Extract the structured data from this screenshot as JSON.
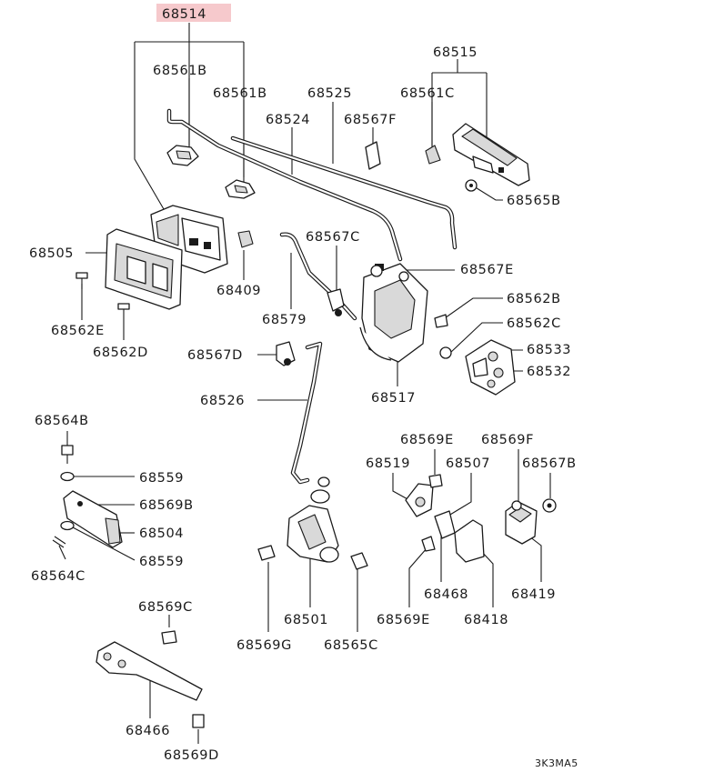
{
  "title_part": "68514",
  "drawing_code": "3K3MA5",
  "highlight_color": "#f6c9cc",
  "labels": [
    {
      "id": "68561B_a",
      "text": "68561B"
    },
    {
      "id": "68561B_b",
      "text": "68561B"
    },
    {
      "id": "68525",
      "text": "68525"
    },
    {
      "id": "68524",
      "text": "68524"
    },
    {
      "id": "68567F",
      "text": "68567F"
    },
    {
      "id": "68515",
      "text": "68515"
    },
    {
      "id": "68561C",
      "text": "68561C"
    },
    {
      "id": "68565B",
      "text": "68565B"
    },
    {
      "id": "68505",
      "text": "68505"
    },
    {
      "id": "68409",
      "text": "68409"
    },
    {
      "id": "68567C",
      "text": "68567C"
    },
    {
      "id": "68567E",
      "text": "68567E"
    },
    {
      "id": "68562E",
      "text": "68562E"
    },
    {
      "id": "68562D",
      "text": "68562D"
    },
    {
      "id": "68579",
      "text": "68579"
    },
    {
      "id": "68562B",
      "text": "68562B"
    },
    {
      "id": "68562C",
      "text": "68562C"
    },
    {
      "id": "68533",
      "text": "68533"
    },
    {
      "id": "68532",
      "text": "68532"
    },
    {
      "id": "68567D",
      "text": "68567D"
    },
    {
      "id": "68517",
      "text": "68517"
    },
    {
      "id": "68526",
      "text": "68526"
    },
    {
      "id": "68564B",
      "text": "68564B"
    },
    {
      "id": "68559_a",
      "text": "68559"
    },
    {
      "id": "68569B",
      "text": "68569B"
    },
    {
      "id": "68504",
      "text": "68504"
    },
    {
      "id": "68559_b",
      "text": "68559"
    },
    {
      "id": "68564C",
      "text": "68564C"
    },
    {
      "id": "68569E_a",
      "text": "68569E"
    },
    {
      "id": "68569F",
      "text": "68569F"
    },
    {
      "id": "68519",
      "text": "68519"
    },
    {
      "id": "68507",
      "text": "68507"
    },
    {
      "id": "68567B",
      "text": "68567B"
    },
    {
      "id": "68468",
      "text": "68468"
    },
    {
      "id": "68419",
      "text": "68419"
    },
    {
      "id": "68569E_b",
      "text": "68569E"
    },
    {
      "id": "68418",
      "text": "68418"
    },
    {
      "id": "68501",
      "text": "68501"
    },
    {
      "id": "68569G",
      "text": "68569G"
    },
    {
      "id": "68565C",
      "text": "68565C"
    },
    {
      "id": "68569C",
      "text": "68569C"
    },
    {
      "id": "68466",
      "text": "68466"
    },
    {
      "id": "68569D",
      "text": "68569D"
    }
  ]
}
